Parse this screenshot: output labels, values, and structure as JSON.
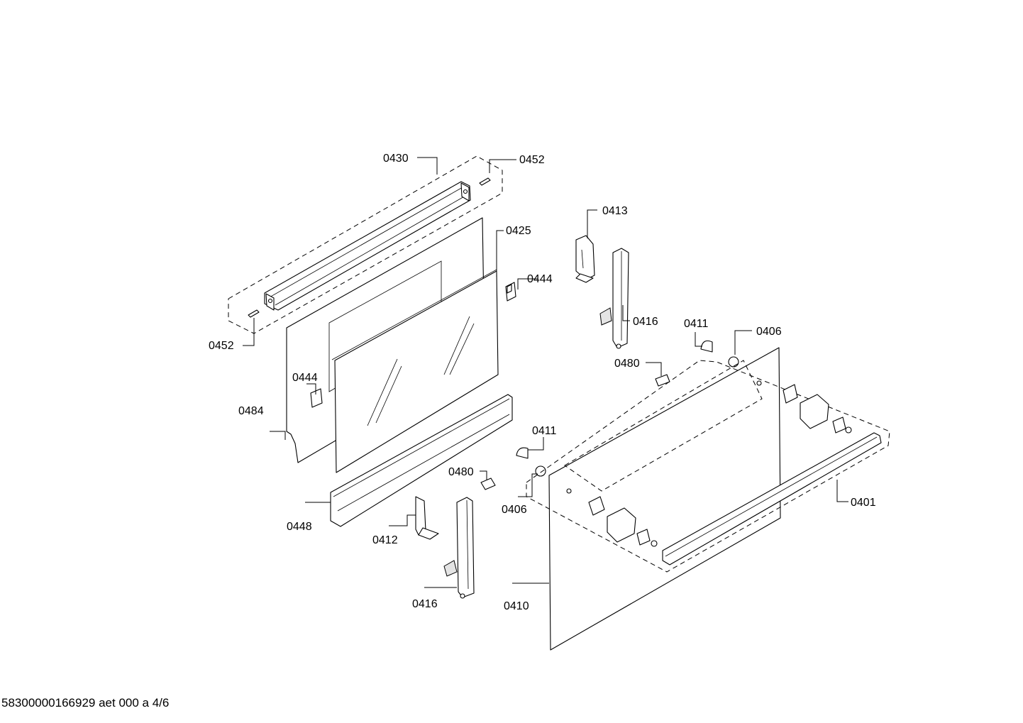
{
  "diagram": {
    "labels": {
      "l0430": "0430",
      "l0452a": "0452",
      "l0452b": "0452",
      "l0425": "0425",
      "l0444a": "0444",
      "l0444b": "0444",
      "l0484": "0484",
      "l0448": "0448",
      "l0413": "0413",
      "l0416a": "0416",
      "l0416b": "0416",
      "l0411a": "0411",
      "l0411b": "0411",
      "l0406a": "0406",
      "l0406b": "0406",
      "l0480a": "0480",
      "l0480b": "0480",
      "l0412": "0412",
      "l0410": "0410",
      "l0401": "0401"
    }
  },
  "footer": {
    "text": "58300000166929 aet 000 a 4/6"
  }
}
